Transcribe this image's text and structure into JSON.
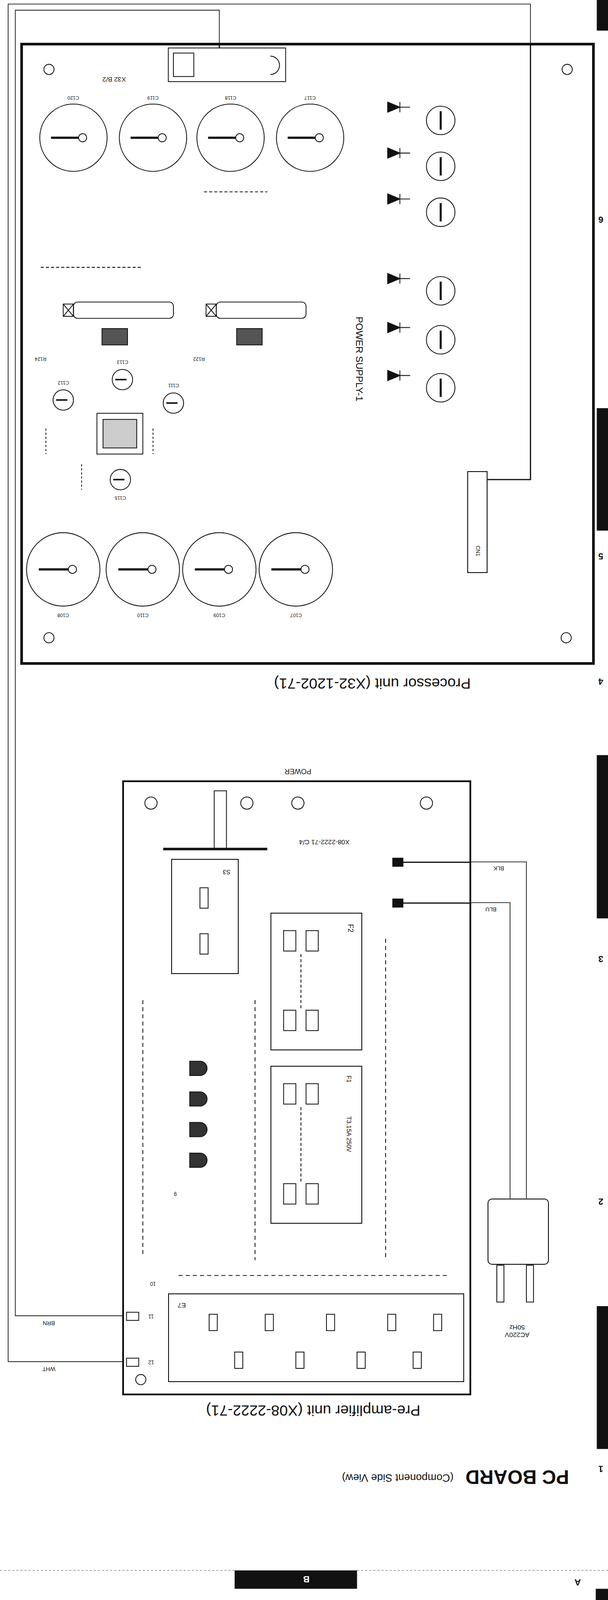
{
  "diagram": {
    "title": "PC BOARD",
    "nodes": [
      {
        "text": [
          "Pre-amplifier unit (X08-2222-71)"
        ]
      },
      {
        "text": [
          "F1",
          "T3.15A 250V"
        ],
        "in": 0
      },
      {
        "text": [
          "F2"
        ],
        "in": 0
      },
      {
        "text": [
          "S3"
        ],
        "in": 0
      },
      {
        "text": [
          "E7"
        ],
        "in": 0
      },
      {
        "text": [
          "AC220V 50Hz"
        ]
      },
      {
        "text": [
          "Processor unit (X32-1202-71)",
          "POWER SUPPLY-1"
        ]
      },
      {
        "text": [
          "CN1"
        ],
        "in": 6
      }
    ],
    "edges": [
      {
        "from": 5,
        "to": 0,
        "label": "BLK",
        "arrow": "none"
      },
      {
        "from": 5,
        "to": 0,
        "label": "BLU",
        "arrow": "none"
      },
      {
        "from": 0,
        "to": 6,
        "label": "BRN",
        "arrow": "none"
      },
      {
        "from": 0,
        "to": 6,
        "label": "WHT",
        "arrow": "none"
      }
    ],
    "labels": [
      "(Component Side View)",
      "POWER",
      "X08-2222-71 C/4",
      "X32 B/2",
      "C120",
      "C119",
      "C118",
      "C117",
      "C108",
      "C110",
      "C109",
      "C107",
      "R124",
      "R122",
      "C112",
      "C113",
      "C111",
      "C115",
      "9",
      "10",
      "11",
      "12",
      "1",
      "2",
      "3",
      "4",
      "5",
      "6",
      "A",
      "B"
    ]
  }
}
